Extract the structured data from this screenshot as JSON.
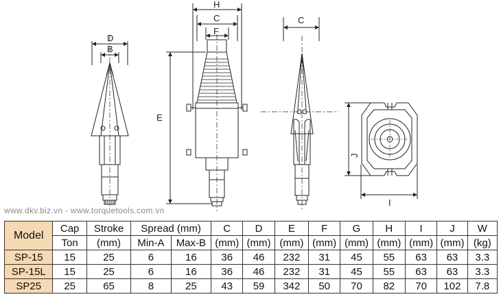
{
  "drawing": {
    "front_view": {
      "dim_d": "D",
      "dim_b": "B"
    },
    "side_view": {
      "dim_h": "H",
      "dim_c": "C",
      "dim_f": "F",
      "dim_e": "E"
    },
    "profile_view": {
      "dim_c": "C"
    },
    "end_view": {
      "dim_j": "J",
      "dim_i": "I"
    }
  },
  "watermark": "www.dkv.biz.vn - www.torquetools.com.vn",
  "table": {
    "header_row1": {
      "model": "Model",
      "cap": "Cap",
      "stroke": "Stroke",
      "spread": "Spread (mm)",
      "c": "C",
      "d": "D",
      "e": "E",
      "f": "F",
      "g": "G",
      "h": "H",
      "i": "I",
      "j": "J",
      "w": "W"
    },
    "header_row2": {
      "cap": "Ton",
      "stroke": "(mm)",
      "spread_min": "Min-A",
      "spread_max": "Max-B",
      "c": "(mm)",
      "d": "(mm)",
      "e": "(mm)",
      "f": "(mm)",
      "g": "(mm)",
      "h": "(mm)",
      "i": "(mm)",
      "j": "(mm)",
      "w": "(kg)"
    },
    "rows": [
      {
        "model": "SP-15",
        "cap": "15",
        "stroke": "25",
        "min_a": "6",
        "max_b": "16",
        "c": "36",
        "d": "46",
        "e": "232",
        "f": "31",
        "g": "45",
        "h": "55",
        "i": "63",
        "j": "63",
        "w": "3.3"
      },
      {
        "model": "SP-15L",
        "cap": "15",
        "stroke": "25",
        "min_a": "6",
        "max_b": "16",
        "c": "36",
        "d": "46",
        "e": "232",
        "f": "31",
        "g": "45",
        "h": "55",
        "i": "63",
        "j": "63",
        "w": "3.3"
      },
      {
        "model": "SP25",
        "cap": "25",
        "stroke": "65",
        "min_a": "8",
        "max_b": "25",
        "c": "43",
        "d": "59",
        "e": "342",
        "f": "50",
        "g": "70",
        "h": "82",
        "i": "70",
        "j": "102",
        "w": "7.8"
      }
    ]
  },
  "colors": {
    "model_cell": "#f5d9b2",
    "line": "#333333"
  }
}
